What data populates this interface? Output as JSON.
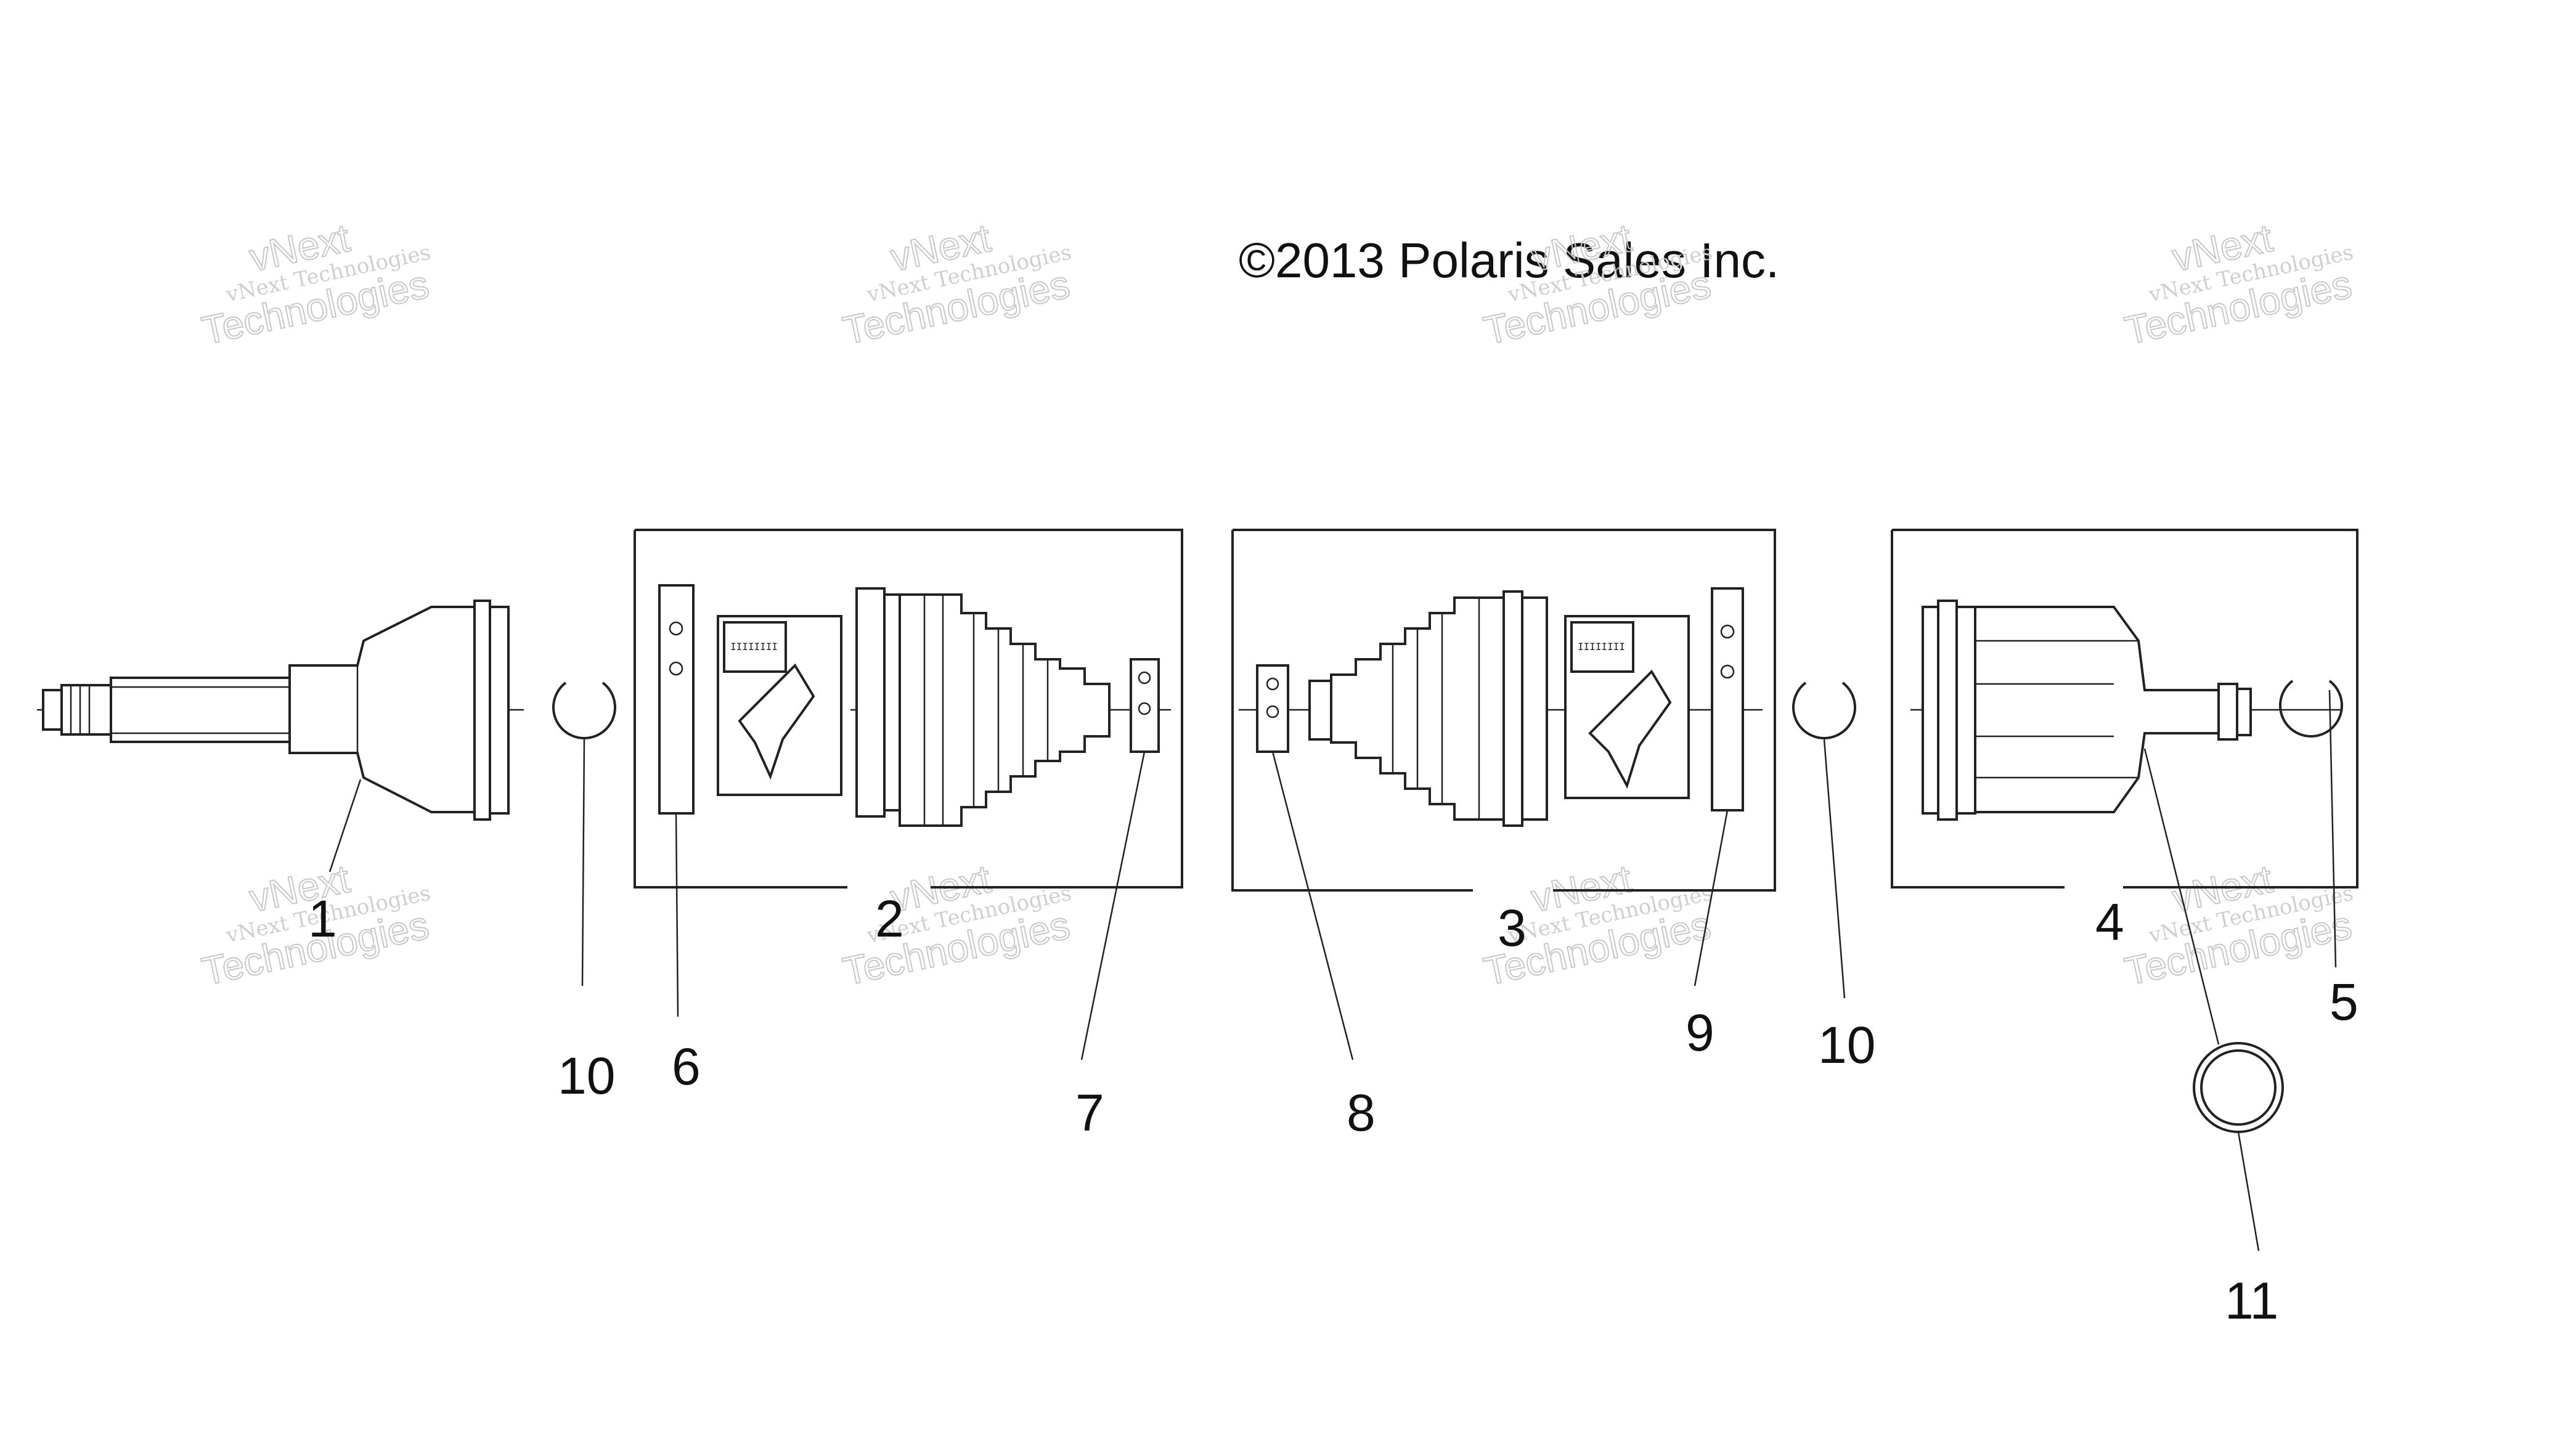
{
  "copyright": "©2013 Polaris Sales Inc.",
  "watermark": {
    "line1": "vNext Technologies",
    "line2": "vNext",
    "line3": "Technologies"
  },
  "callouts": {
    "c1": "1",
    "c2": "2",
    "c3": "3",
    "c4": "4",
    "c5": "5",
    "c6": "6",
    "c7": "7",
    "c8": "8",
    "c9": "9",
    "c10a": "10",
    "c10b": "10",
    "c11": "11"
  }
}
